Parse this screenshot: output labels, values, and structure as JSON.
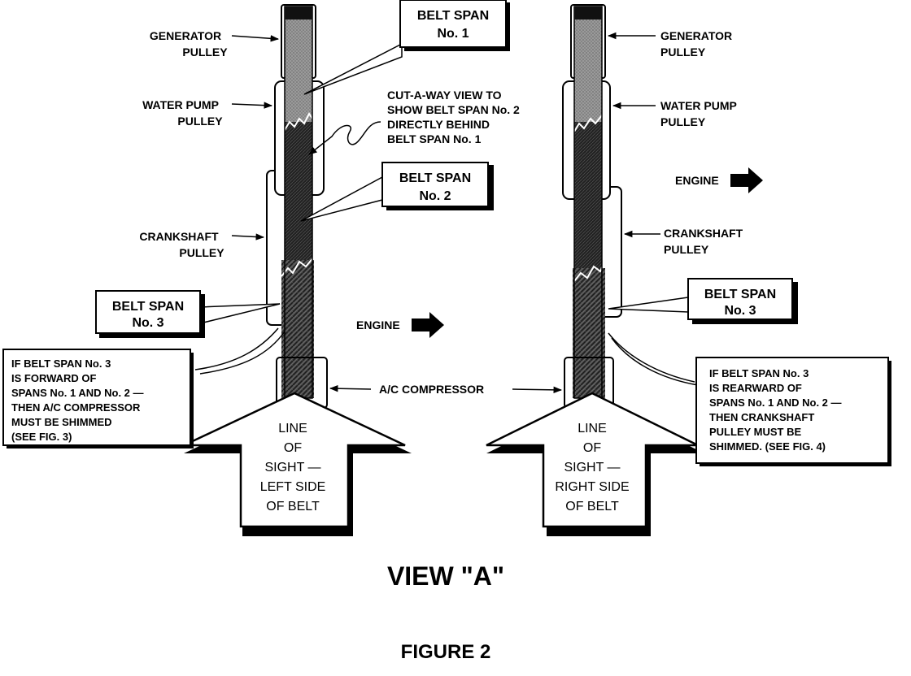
{
  "diagram": {
    "view_title": "VIEW \"A\"",
    "figure_title": "FIGURE 2",
    "left": {
      "generator_pulley": [
        "GENERATOR",
        "PULLEY"
      ],
      "water_pump_pulley": [
        "WATER PUMP",
        "PULLEY"
      ],
      "crankshaft_pulley": [
        "CRANKSHAFT",
        "PULLEY"
      ],
      "belt_span_1": [
        "BELT SPAN",
        "No. 1"
      ],
      "belt_span_2": [
        "BELT SPAN",
        "No. 2"
      ],
      "belt_span_3": [
        "BELT SPAN",
        "No. 3"
      ],
      "cutaway_note": [
        "CUT-A-WAY VIEW TO",
        "SHOW BELT SPAN No. 2",
        "DIRECTLY BEHIND",
        "BELT SPAN No. 1"
      ],
      "engine": "ENGINE",
      "ac_compressor": "A/C COMPRESSOR",
      "shim_note": [
        "IF BELT SPAN No. 3",
        "IS FORWARD OF",
        "SPANS No. 1 AND No. 2 —",
        "THEN A/C COMPRESSOR",
        "MUST BE SHIMMED",
        "(SEE FIG. 3)"
      ],
      "line_of_sight": [
        "LINE",
        "OF",
        "SIGHT —",
        "LEFT SIDE",
        "OF BELT"
      ]
    },
    "right": {
      "generator_pulley": [
        "GENERATOR",
        "PULLEY"
      ],
      "water_pump_pulley": [
        "WATER PUMP",
        "PULLEY"
      ],
      "engine": "ENGINE",
      "crankshaft_pulley": [
        "CRANKSHAFT",
        "PULLEY"
      ],
      "belt_span_3": [
        "BELT SPAN",
        "No. 3"
      ],
      "shim_note": [
        "IF BELT SPAN No. 3",
        "IS REARWARD OF",
        "SPANS No. 1 AND No. 2 —",
        "THEN CRANKSHAFT",
        "PULLEY MUST BE",
        "SHIMMED. (SEE FIG. 4)"
      ],
      "line_of_sight": [
        "LINE",
        "OF",
        "SIGHT —",
        "RIGHT SIDE",
        "OF BELT"
      ]
    },
    "colors": {
      "ink": "#000000",
      "belt_dark": "#1a1a1a",
      "belt_mid": "#555555",
      "belt_light": "#9a9a9a",
      "paper": "#ffffff"
    }
  }
}
